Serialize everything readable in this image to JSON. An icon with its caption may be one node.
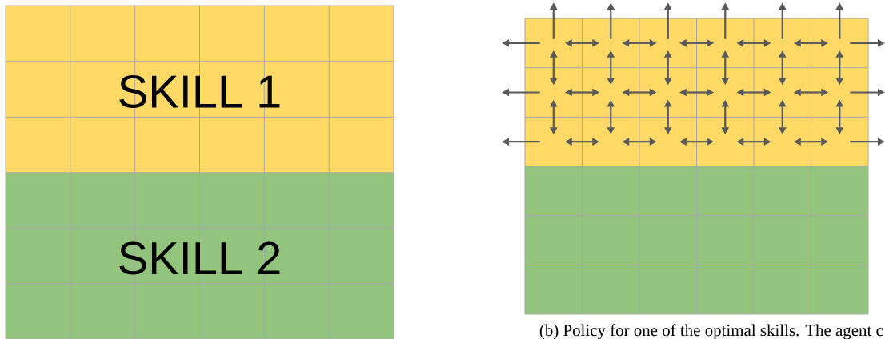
{
  "diagram": {
    "caption": "(b) Policy for one of the optimal skills. The agent c",
    "nodes": [
      {
        "text": [
          "SKILL 1"
        ]
      },
      {
        "text": [
          "SKILL 2"
        ]
      }
    ]
  }
}
